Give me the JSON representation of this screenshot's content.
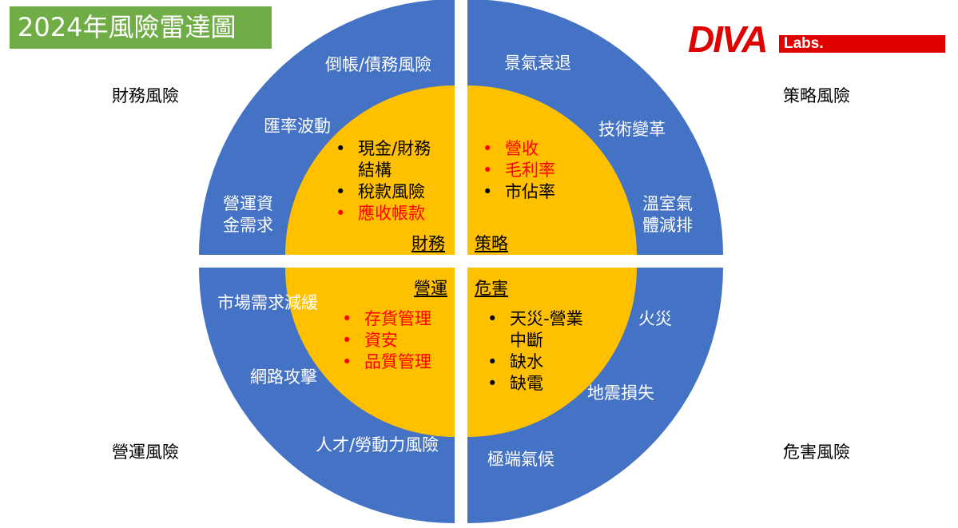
{
  "title": "2024年風險雷達圖",
  "logo": {
    "main": "DIVA",
    "sub": "Labs."
  },
  "colors": {
    "outer": "#4472c4",
    "inner": "#ffc000",
    "title_bg": "#70ad47",
    "highlight": "#ff0000",
    "logo": "#e00000"
  },
  "corners": {
    "top_left": "財務風險",
    "top_right": "策略風險",
    "bottom_left": "營運風險",
    "bottom_right": "危害風險"
  },
  "quadrants": {
    "finance": {
      "label": "財務",
      "outer": [
        "倒帳/債務風險",
        "匯率波動",
        "營運資",
        "金需求"
      ],
      "items": [
        {
          "lines": [
            "現金/財務",
            "結構"
          ],
          "highlight": false
        },
        {
          "lines": [
            "稅款風險"
          ],
          "highlight": false
        },
        {
          "lines": [
            "應收帳款"
          ],
          "highlight": true
        }
      ]
    },
    "strategy": {
      "label": "策略",
      "outer": [
        "景氣衰退",
        "技術變革",
        "溫室氣",
        "體減排"
      ],
      "items": [
        {
          "lines": [
            "營收"
          ],
          "highlight": true
        },
        {
          "lines": [
            "毛利率"
          ],
          "highlight": true
        },
        {
          "lines": [
            "市佔率"
          ],
          "highlight": false
        }
      ]
    },
    "operation": {
      "label": "營運",
      "outer": [
        "市場需求減緩",
        "網路攻擊",
        "人才/勞動力風險"
      ],
      "items": [
        {
          "lines": [
            "存貨管理"
          ],
          "highlight": true
        },
        {
          "lines": [
            "資安"
          ],
          "highlight": true
        },
        {
          "lines": [
            "品質管理"
          ],
          "highlight": true
        }
      ]
    },
    "hazard": {
      "label": "危害",
      "outer": [
        "火災",
        "地震損失",
        "極端氣候"
      ],
      "items": [
        {
          "lines": [
            "天災-營業",
            "中斷"
          ],
          "highlight": false
        },
        {
          "lines": [
            "缺水"
          ],
          "highlight": false
        },
        {
          "lines": [
            "缺電"
          ],
          "highlight": false
        }
      ]
    }
  }
}
